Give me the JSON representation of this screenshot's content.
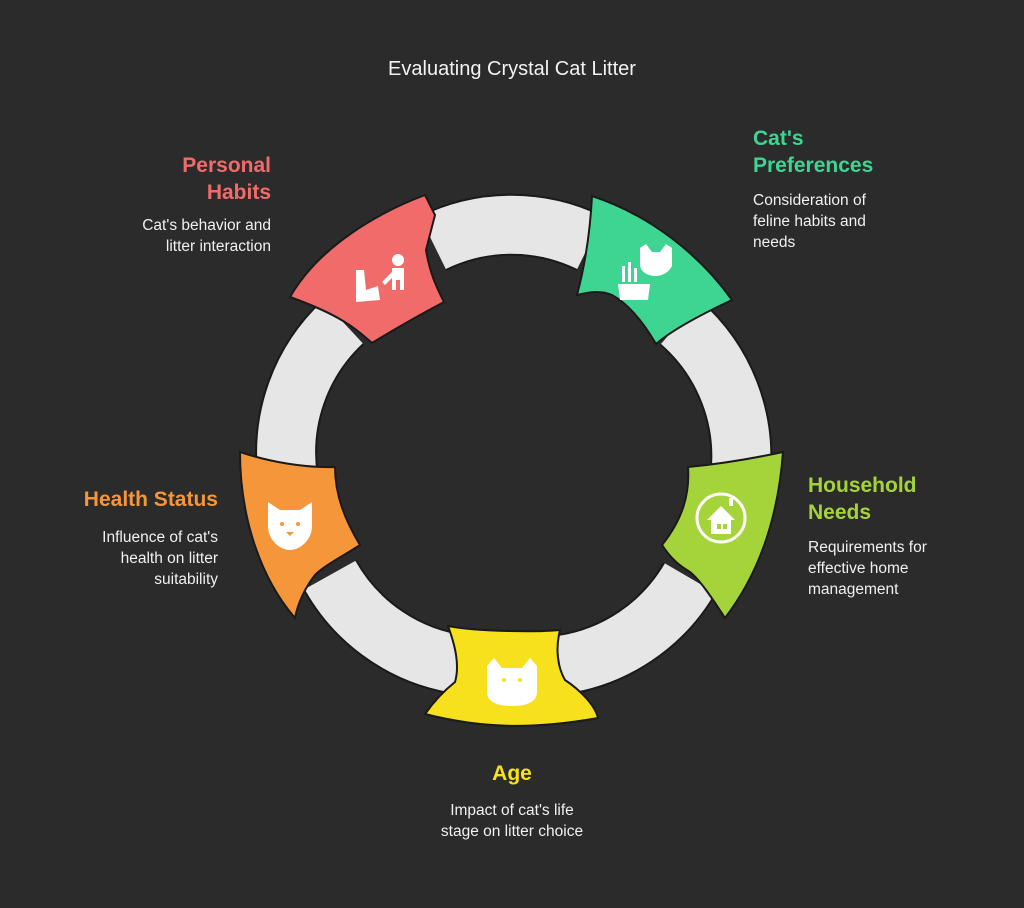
{
  "title": "Evaluating Crystal Cat Litter",
  "colors": {
    "background": "#2b2b2b",
    "ring": "#e6e6e6",
    "personal": "#f26b6b",
    "preferences": "#3ed592",
    "household": "#a5d43a",
    "age": "#f7e01c",
    "health": "#f5963a"
  },
  "segments": [
    {
      "id": "personal",
      "heading_lines": [
        "Personal",
        "Habits"
      ],
      "description_lines": [
        "Cat's behavior and",
        "litter interaction"
      ],
      "icon": "person-litter-box-icon"
    },
    {
      "id": "preferences",
      "heading_lines": [
        "Cat's",
        "Preferences"
      ],
      "description_lines": [
        "Consideration of",
        "feline habits and",
        "needs"
      ],
      "icon": "cat-litter-box-icon"
    },
    {
      "id": "household",
      "heading_lines": [
        "Household",
        "Needs"
      ],
      "description_lines": [
        "Requirements for",
        "effective home",
        "management"
      ],
      "icon": "house-icon"
    },
    {
      "id": "age",
      "heading_lines": [
        "Age"
      ],
      "description_lines": [
        "Impact of cat's life",
        "stage on litter choice"
      ],
      "icon": "cat-face-icon"
    },
    {
      "id": "health",
      "heading_lines": [
        "Health Status"
      ],
      "description_lines": [
        "Influence of cat's",
        "health on litter",
        "suitability"
      ],
      "icon": "fox-cat-face-icon"
    }
  ]
}
